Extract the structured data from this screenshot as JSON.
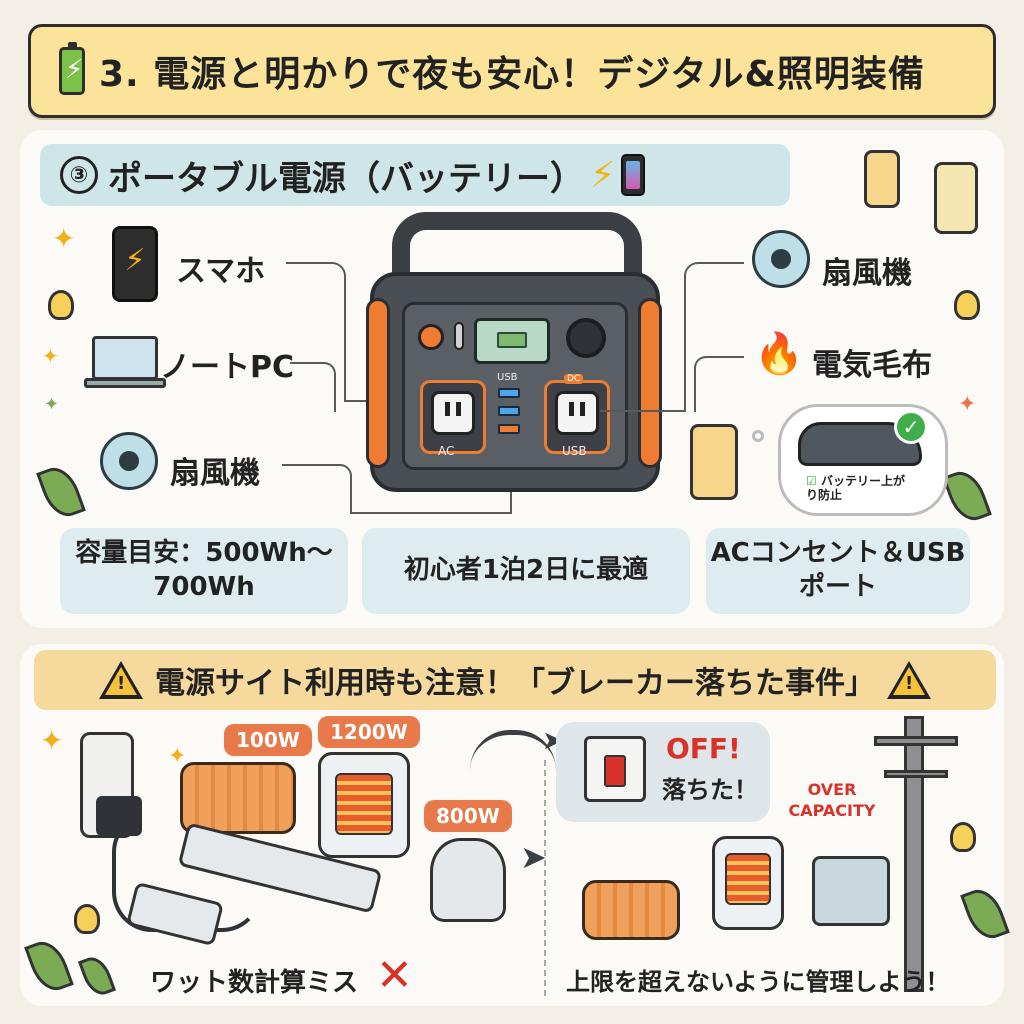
{
  "header": {
    "title": "3. 電源と明かりで夜も安心！デジタル&照明装備",
    "icon": "battery-icon"
  },
  "section1": {
    "number": "③",
    "title": "ポータブル電源（バッテリー）",
    "icons": [
      "lightning-icon",
      "smartphone-icon"
    ],
    "left_devices": [
      "スマホ",
      "ノートPC",
      "扇風機"
    ],
    "right_devices": [
      "扇風機",
      "電気毛布"
    ],
    "station": {
      "ac_label": "AC",
      "usb_top_label": "USB",
      "usb_label": "USB",
      "dc_label": "DC"
    },
    "car_note": "バッテリー上がり防止",
    "features": [
      "容量目安：500Wh〜700Wh",
      "初心者1泊2日に最適",
      "ACコンセント＆USBポート"
    ]
  },
  "section2": {
    "title": "電源サイト利用時も注意！「ブレーカー落ちた事件」",
    "watt_badges": [
      "100W",
      "1200W",
      "800W"
    ],
    "breaker_off": "OFF!",
    "breaker_dropped": "落ちた！",
    "over_capacity": "OVER CAPACITY",
    "caption_left": "ワット数計算ミス",
    "caption_right": "上限を超えないように管理しよう！"
  },
  "colors": {
    "accent": "#ee7d33",
    "banner": "#fbe49a",
    "section_head": "#cfe6e8",
    "warning_head": "#f6d99c"
  }
}
